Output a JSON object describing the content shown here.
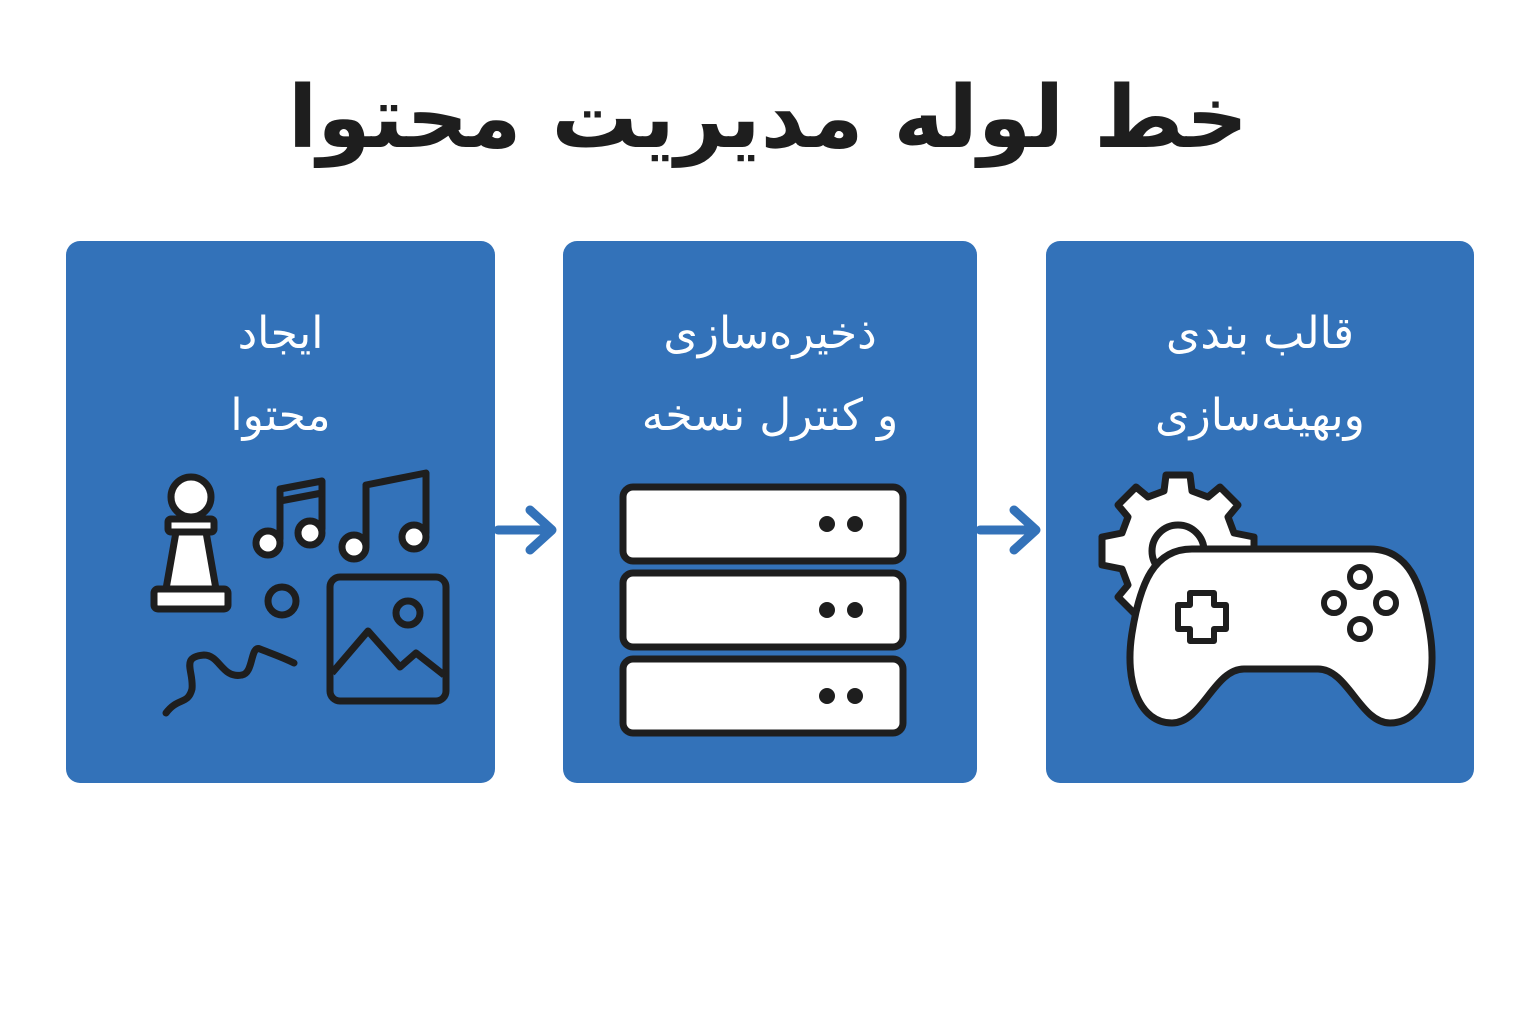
{
  "title": "خط لوله مدیریت محتوا",
  "colors": {
    "card": "#3372b9",
    "icon_stroke": "#1e1e1e",
    "icon_fill": "#ffffff",
    "title": "#1e1e1e"
  },
  "steps": [
    {
      "label": "ایجاد\nمحتوا",
      "icons": [
        "chess-pawn-icon",
        "music-notes-icon",
        "image-icon",
        "scribble-icon"
      ]
    },
    {
      "label": "ذخیره‌سازی\nو کنترل نسخه",
      "icons": [
        "server-stack-icon"
      ]
    },
    {
      "label": "قالب بندی\nوبهینه‌سازی",
      "icons": [
        "gear-icon",
        "gamepad-icon"
      ]
    }
  ]
}
